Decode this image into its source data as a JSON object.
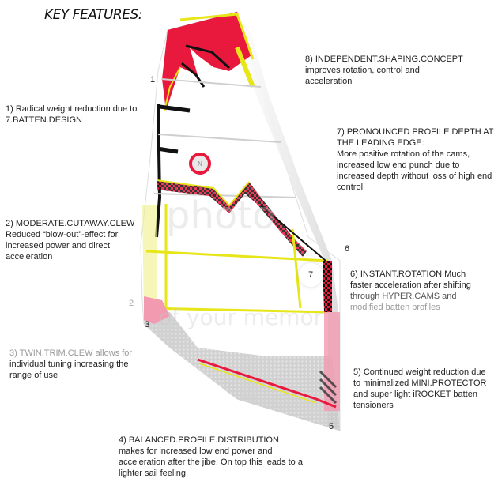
{
  "title": "KEY FEATURES:",
  "markers": {
    "m1": "1",
    "m2": "2",
    "m3": "3",
    "m5": "5",
    "m6": "6",
    "m7": "7"
  },
  "features": [
    {
      "id": 1,
      "heading": "1) Radical weight reduction due to",
      "body": "7.BATTEN.DESIGN"
    },
    {
      "id": 2,
      "heading": "2) MODERATE.CUTAWAY.CLEW",
      "body": "Reduced “blow-out”-effect for increased power and direct acceleration"
    },
    {
      "id": 3,
      "heading": "3) TWIN.TRIM.CLEW allows for",
      "body": "individual tuning increasing the range of use"
    },
    {
      "id": 4,
      "heading": "4) BALANCED.PROFILE.DISTRIBUTION",
      "body": "makes for increased low end power and acceleration after the jibe. On top this leads to a lighter sail feeling."
    },
    {
      "id": 5,
      "heading": "5) Continued weight reduction due",
      "body": "to minimalized MINI.PROTECTOR and super light iROCKET batten tensioners"
    },
    {
      "id": 6,
      "heading": "6) INSTANT.ROTATION Much",
      "body_line1": "faster acceleration after shifting",
      "body_line2": "through HYPER.CAMS and",
      "body_line3": "modified batten profiles"
    },
    {
      "id": 7,
      "heading": "7) PRONOUNCED PROFILE DEPTH AT THE LEADING EDGE:",
      "body": "More positive rotation of the cams, increased low end punch due to increased depth without loss of high end control"
    },
    {
      "id": 8,
      "heading": "8) INDEPENDENT.SHAPING.CONCEPT",
      "body": "improves rotation, control and acceleration"
    }
  ],
  "watermark": {
    "line1": "photo",
    "line2": "of your memor"
  },
  "colors": {
    "sail_red": "#e8193c",
    "sail_yellow": "#e6e619",
    "sail_pink": "#f29ab0",
    "sail_grey": "#bdbdbd",
    "text": "#222222",
    "faded": "#9a9a9a"
  }
}
